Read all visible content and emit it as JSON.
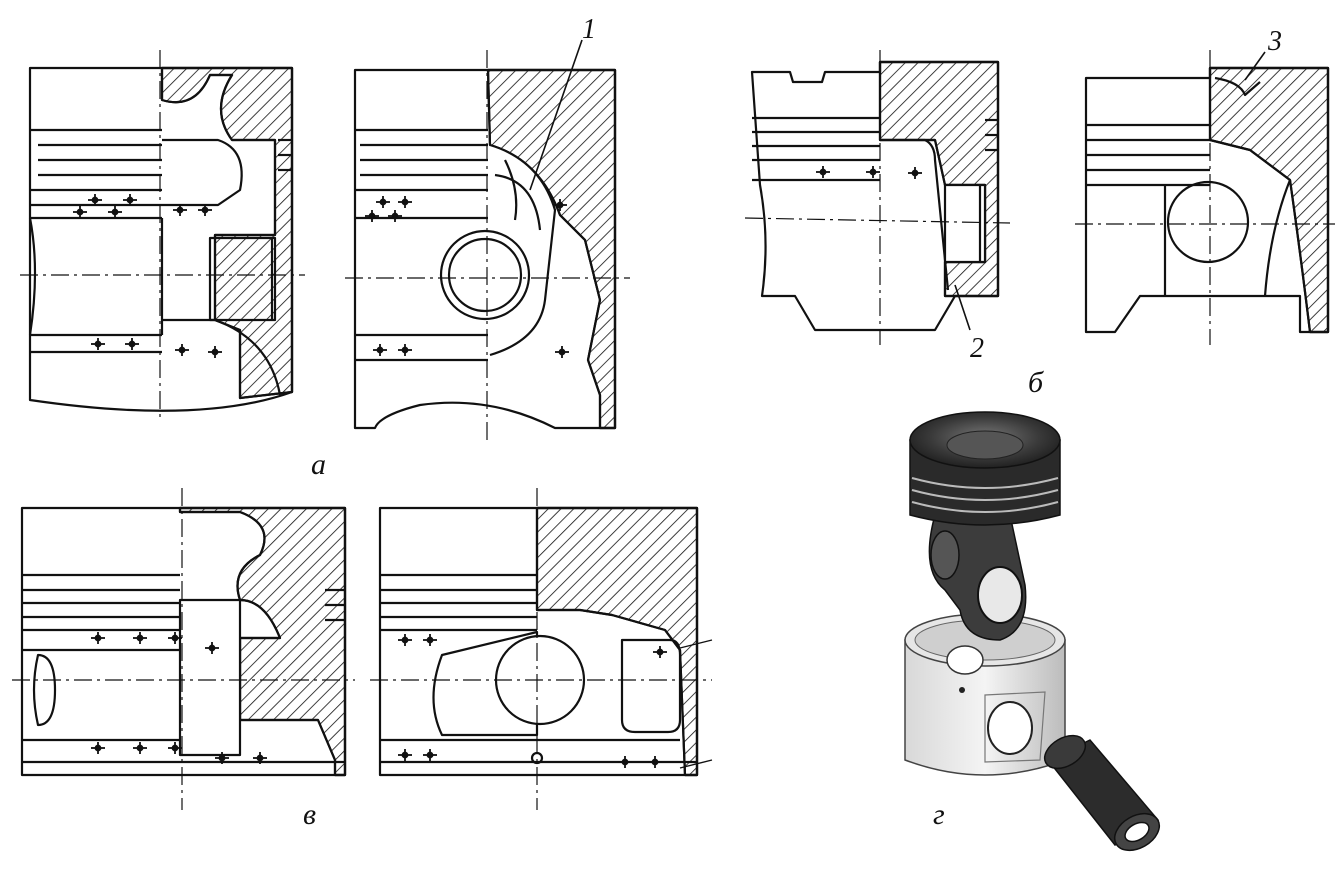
{
  "figure": {
    "captions": {
      "a": "а",
      "b": "б",
      "v": "в",
      "g": "г"
    },
    "callouts": {
      "c1": "1",
      "c2": "2",
      "c3": "3"
    }
  }
}
